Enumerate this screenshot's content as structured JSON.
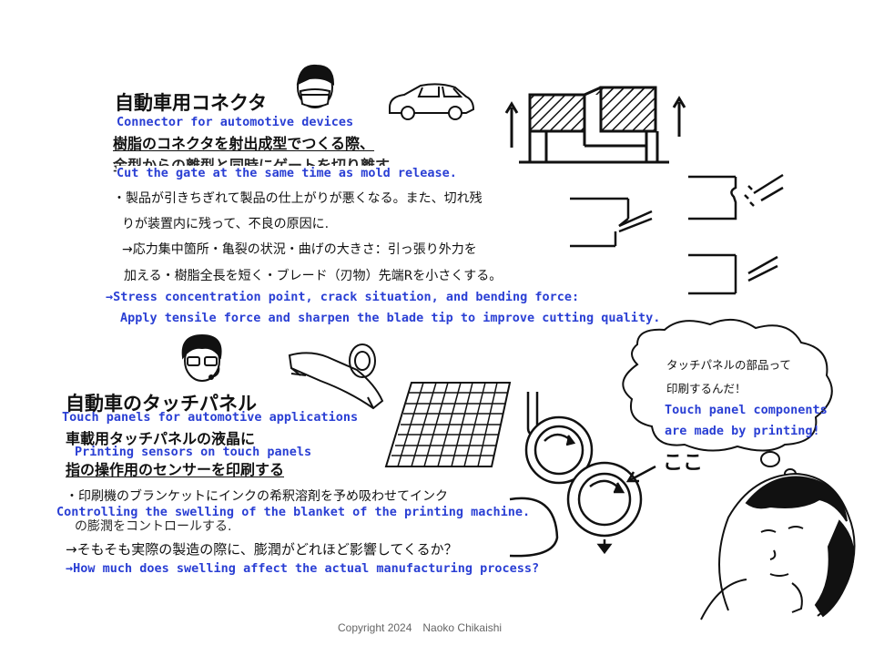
{
  "section1": {
    "title_jp": "自動車用コネクタ",
    "title_en": "Connector for automotive devices",
    "line1_jp": "樹脂のコネクタを射出成型でつくる際、",
    "line2_jp": "金型からの離型と同時にゲートを切り離す",
    "line2_en": "Cut the gate at the same time as mold release.",
    "bullet1_jp": "・製品が引きちぎれて製品の仕上がりが悪くなる。また、切れ残",
    "bullet1b_jp": "りが装置内に残って、不良の原因に.",
    "arrow1_jp": "→応力集中箇所・亀裂の状況・曲げの大きさ：引っ張り外力を",
    "arrow1b_jp": "加える・樹脂全長を短く・ブレード（刃物）先端Rを小さくする。",
    "arrow1_en": "→Stress concentration point, crack situation, and bending force:",
    "arrow1b_en": "Apply tensile force and sharpen the blade tip to improve cutting quality."
  },
  "section2": {
    "title_jp": "自動車のタッチパネル",
    "title_en": "Touch panels for automotive applications",
    "line1_jp": "車載用タッチパネルの液晶に",
    "line1_en": "Printing sensors on touch panels",
    "line2_jp": "指の操作用のセンサーを印刷する",
    "bullet1_jp": "・印刷機のブランケットにインクの希釈溶剤を予め吸わせてインク",
    "bullet1_en": "Controlling the swelling of the blanket of the printing machine.",
    "bullet1b_jp": "の膨潤をコントロールする.",
    "arrow1_jp": "→そもそも実際の製造の際に、膨潤がどれほど影響してくるか？",
    "arrow1_en": "→How much does swelling affect the actual manufacturing process?"
  },
  "bubble": {
    "line1_jp": "タッチパネルの部品って",
    "line2_jp": "印刷するんだ！",
    "line1_en": "Touch panel components",
    "line2_en": "are made by printing!"
  },
  "label_here": "ここ",
  "copyright": "Copyright 2024　Naoko Chikaishi",
  "colors": {
    "english_text": "#2a3fd4",
    "ink": "#111111",
    "background": "#ffffff"
  }
}
